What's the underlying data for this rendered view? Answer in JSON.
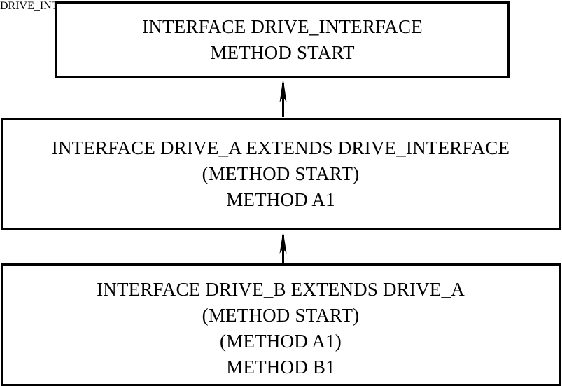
{
  "diagram": {
    "type": "interface-inheritance-hierarchy",
    "background_color": "#ffffff",
    "line_color": "#000000",
    "text_color": "#000000",
    "nodes": [
      {
        "id": "drive-interface",
        "lines": [
          "INTERFACE DRIVE_INTERFACE",
          "METHOD START"
        ]
      },
      {
        "id": "drive-a",
        "lines": [
          "INTERFACE DRIVE_A EXTENDS DRIVE_INTERFACE",
          "(METHOD START)",
          "METHOD A1"
        ]
      },
      {
        "id": "drive-b",
        "lines": [
          "INTERFACE DRIVE_B EXTENDS DRIVE_A",
          "(METHOD START)",
          "(METHOD A1)",
          "METHOD B1"
        ]
      }
    ],
    "connectors": [
      {
        "id": "arrow-drive-a-to-drive-interface",
        "from": "drive-a",
        "to": "drive-interface",
        "direction": "up",
        "arrowhead": "solid-triangle"
      },
      {
        "id": "arrow-drive-b-to-drive-a",
        "from": "drive-b",
        "to": "drive-a",
        "direction": "up",
        "arrowhead": "solid-triangle"
      }
    ]
  }
}
